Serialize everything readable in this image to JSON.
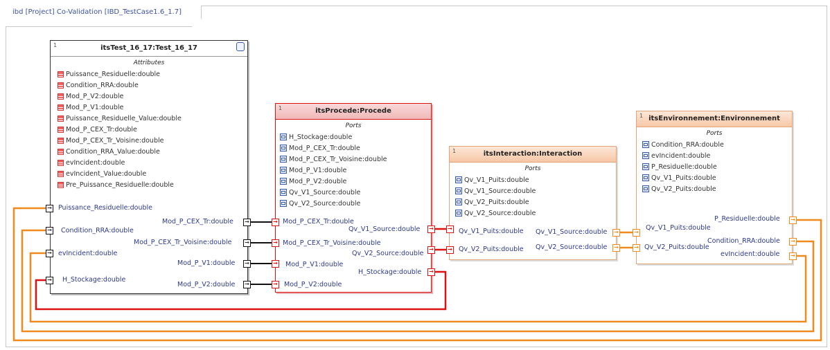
{
  "frame": {
    "title": "ibd [Project] Co-Validation [IBD_TestCase1.6_1.7]"
  },
  "test_block": {
    "multiplicity": "1",
    "title": "itsTest_16_17:Test_16_17",
    "section": "Attributes",
    "attributes": [
      "Puissance_Residuelle:double",
      "Condition_RRA:double",
      "Mod_P_V2:double",
      "Mod_P_V1:double",
      "Puissance_Residuelle_Value:double",
      "Mod_P_CEX_Tr:double",
      "Mod_P_CEX_Tr_Voisine:double",
      "Condition_RRA_Value:double",
      "evIncident:double",
      "evIncident_Value:double",
      "Pre_Puissance_Residuelle:double"
    ],
    "left_ports": [
      "Puissance_Residuelle:double",
      "Condition_RRA:double",
      "evIncident:double",
      "H_Stockage:double"
    ],
    "right_ports": [
      "Mod_P_CEX_Tr:double",
      "Mod_P_CEX_Tr_Voisine:double",
      "Mod_P_V1:double",
      "Mod_P_V2:double"
    ]
  },
  "procede_block": {
    "multiplicity": "1",
    "title": "itsProcede:Procede",
    "section": "Ports",
    "ports_list": [
      "H_Stockage:double",
      "Mod_P_CEX_Tr:double",
      "Mod_P_CEX_Tr_Voisine:double",
      "Mod_P_V1:double",
      "Mod_P_V2:double",
      "Qv_V1_Source:double",
      "Qv_V2_Source:double"
    ],
    "left_ports": [
      "Mod_P_CEX_Tr:double",
      "Mod_P_CEX_Tr_Voisine:double",
      "Mod_P_V1:double",
      "Mod_P_V2:double"
    ],
    "right_ports": [
      "Qv_V1_Source:double",
      "Qv_V2_Source:double",
      "H_Stockage:double"
    ]
  },
  "interaction_block": {
    "multiplicity": "1",
    "title": "itsInteraction:Interaction",
    "section": "Ports",
    "ports_list": [
      "Qv_V1_Puits:double",
      "Qv_V1_Source:double",
      "Qv_V2_Puits:double",
      "Qv_V2_Source:double"
    ],
    "left_ports": [
      "Qv_V1_Puits:double",
      "Qv_V2_Puits:double"
    ],
    "right_ports": [
      "Qv_V1_Source:double",
      "Qv_V2_Source:double"
    ]
  },
  "env_block": {
    "multiplicity": "1",
    "title": "itsEnvironnement:Environnement",
    "section": "Ports",
    "ports_list": [
      "Condition_RRA:double",
      "evIncident:double",
      "P_Residuelle:double",
      "Qv_V1_Puits:double",
      "Qv_V2_Puits:double"
    ],
    "left_ports": [
      "Qv_V1_Puits:double",
      "Qv_V2_Puits:double"
    ],
    "right_ports": [
      "P_Residuelle:double",
      "Condition_RRA:double",
      "evIncident:double"
    ]
  },
  "colors": {
    "black_link": "#111111",
    "red_link": "#dd1111",
    "orange_link": "#f08a1c",
    "label_blue": "#2d3a8c"
  }
}
